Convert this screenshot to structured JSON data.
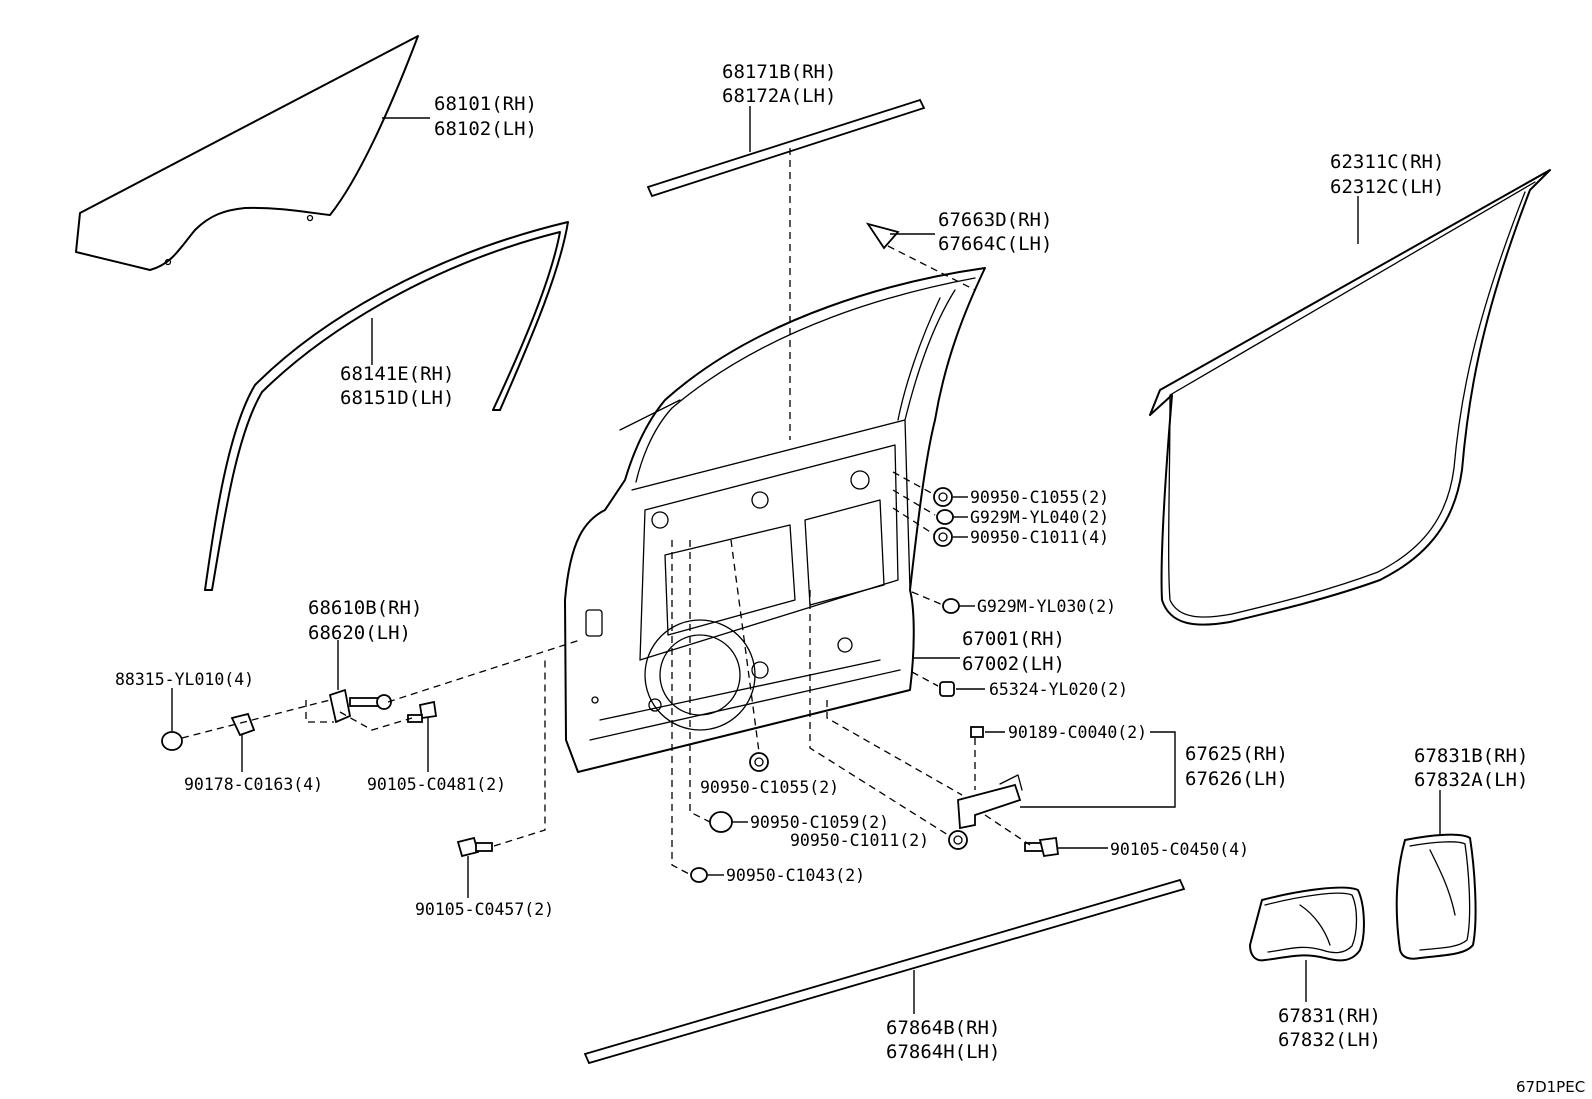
{
  "labels": {
    "glass_rh": "68101(RH)",
    "glass_lh": "68102(LH)",
    "belt_rh": "68171B(RH)",
    "belt_lh": "68172A(LH)",
    "frame_rh": "68141E(RH)",
    "frame_lh": "68151D(LH)",
    "weather_rh": "62311C(RH)",
    "weather_lh": "62312C(LH)",
    "cover_rh": "67663D(RH)",
    "cover_lh": "67664C(LH)",
    "plug1": "90950-C1055(2)",
    "clip40": "G929M-YL040(2)",
    "plug2": "90950-C1011(4)",
    "clip30": "G929M-YL030(2)",
    "panel_rh": "67001(RH)",
    "panel_lh": "67002(LH)",
    "check_rh": "68610B(RH)",
    "check_lh": "68620(LH)",
    "cushion": "88315-YL010(4)",
    "nut": "90178-C0163(4)",
    "bolt481": "90105-C0481(2)",
    "bolt457": "90105-C0457(2)",
    "stopper": "65324-YL020(2)",
    "clip0040": "90189-C0040(2)",
    "bracket_rh": "67625(RH)",
    "bracket_lh": "67626(LH)",
    "plug3": "90950-C1055(2)",
    "plug4": "90950-C1059(2)",
    "plug5": "90950-C1011(2)",
    "plug6": "90950-C1043(2)",
    "bolt450": "90105-C0450(4)",
    "molding_rh": "67864B(RH)",
    "molding_lh": "67864H(LH)",
    "seal_rh": "67831(RH)",
    "seal_lh": "67832(LH)",
    "seal2_rh": "67831B(RH)",
    "seal2_lh": "67832A(LH)",
    "ref_code": "67D1PEC"
  }
}
